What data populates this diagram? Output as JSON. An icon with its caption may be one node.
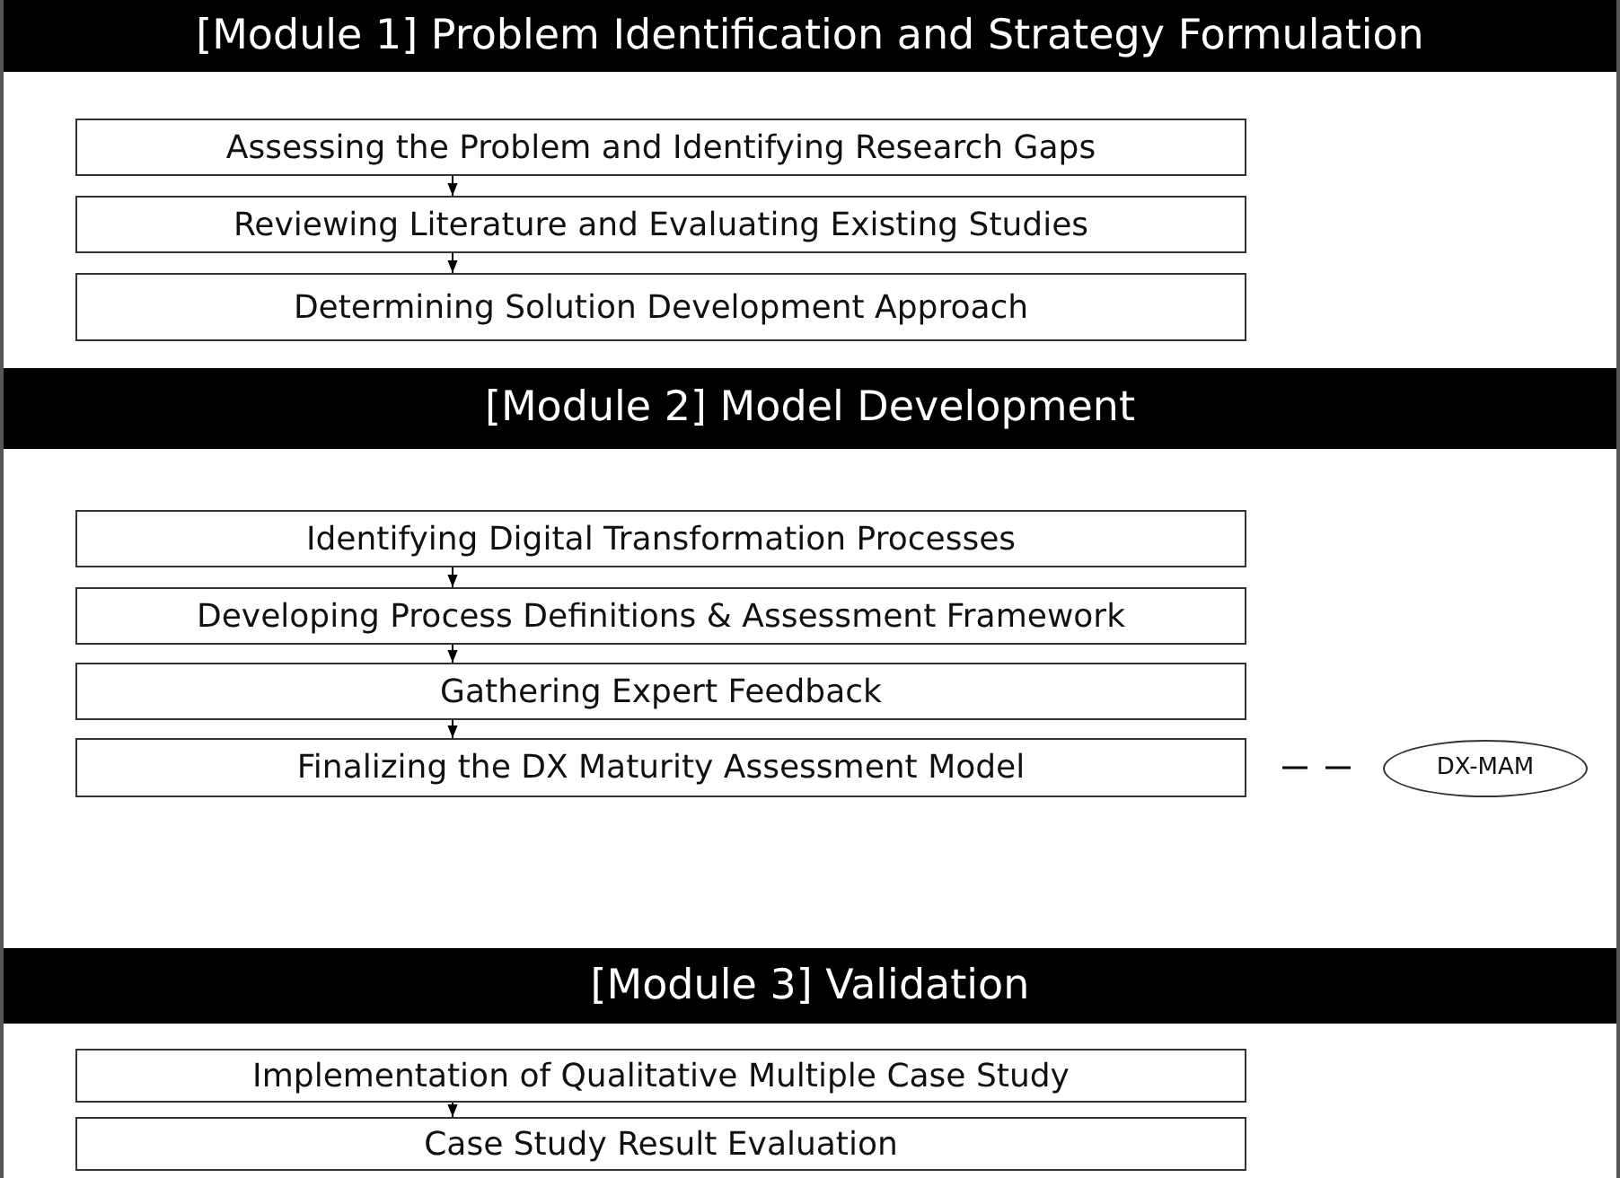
{
  "diagram": {
    "nodes": [
      {
        "text": [
          "[Module 1] Problem Identification and Strategy Formulation"
        ]
      },
      {
        "text": [
          "Assessing the Problem and Identifying Research Gaps"
        ],
        "in": 0
      },
      {
        "text": [
          "Reviewing Literature and Evaluating Existing Studies"
        ],
        "in": 0
      },
      {
        "text": [
          "Determining Solution Development Approach"
        ],
        "in": 0
      },
      {
        "text": [
          "[Module 2] Model Development"
        ]
      },
      {
        "text": [
          "Identifying Digital Transformation Processes"
        ],
        "in": 4
      },
      {
        "text": [
          "Developing Process Definitions & Assessment Framework"
        ],
        "in": 4
      },
      {
        "text": [
          "Gathering Expert Feedback"
        ],
        "in": 4
      },
      {
        "text": [
          "Finalizing the DX Maturity Assessment Model"
        ],
        "in": 4
      },
      {
        "text": [
          "DX-MAM"
        ],
        "in": 4
      },
      {
        "text": [
          "[Module 3] Validation"
        ]
      },
      {
        "text": [
          "Implementation of Qualitative Multiple Case Study"
        ],
        "in": 10
      },
      {
        "text": [
          "Case Study Result Evaluation"
        ],
        "in": 10
      }
    ],
    "edges": [
      {
        "from": 1,
        "to": 2,
        "arrow": "to"
      },
      {
        "from": 2,
        "to": 3,
        "arrow": "to"
      },
      {
        "from": 5,
        "to": 6,
        "arrow": "to"
      },
      {
        "from": 6,
        "to": 7,
        "arrow": "to"
      },
      {
        "from": 7,
        "to": 8,
        "arrow": "to"
      },
      {
        "from": 8,
        "to": 9,
        "arrow": "none",
        "style": "dashed"
      },
      {
        "from": 11,
        "to": 12,
        "arrow": "to"
      }
    ]
  }
}
